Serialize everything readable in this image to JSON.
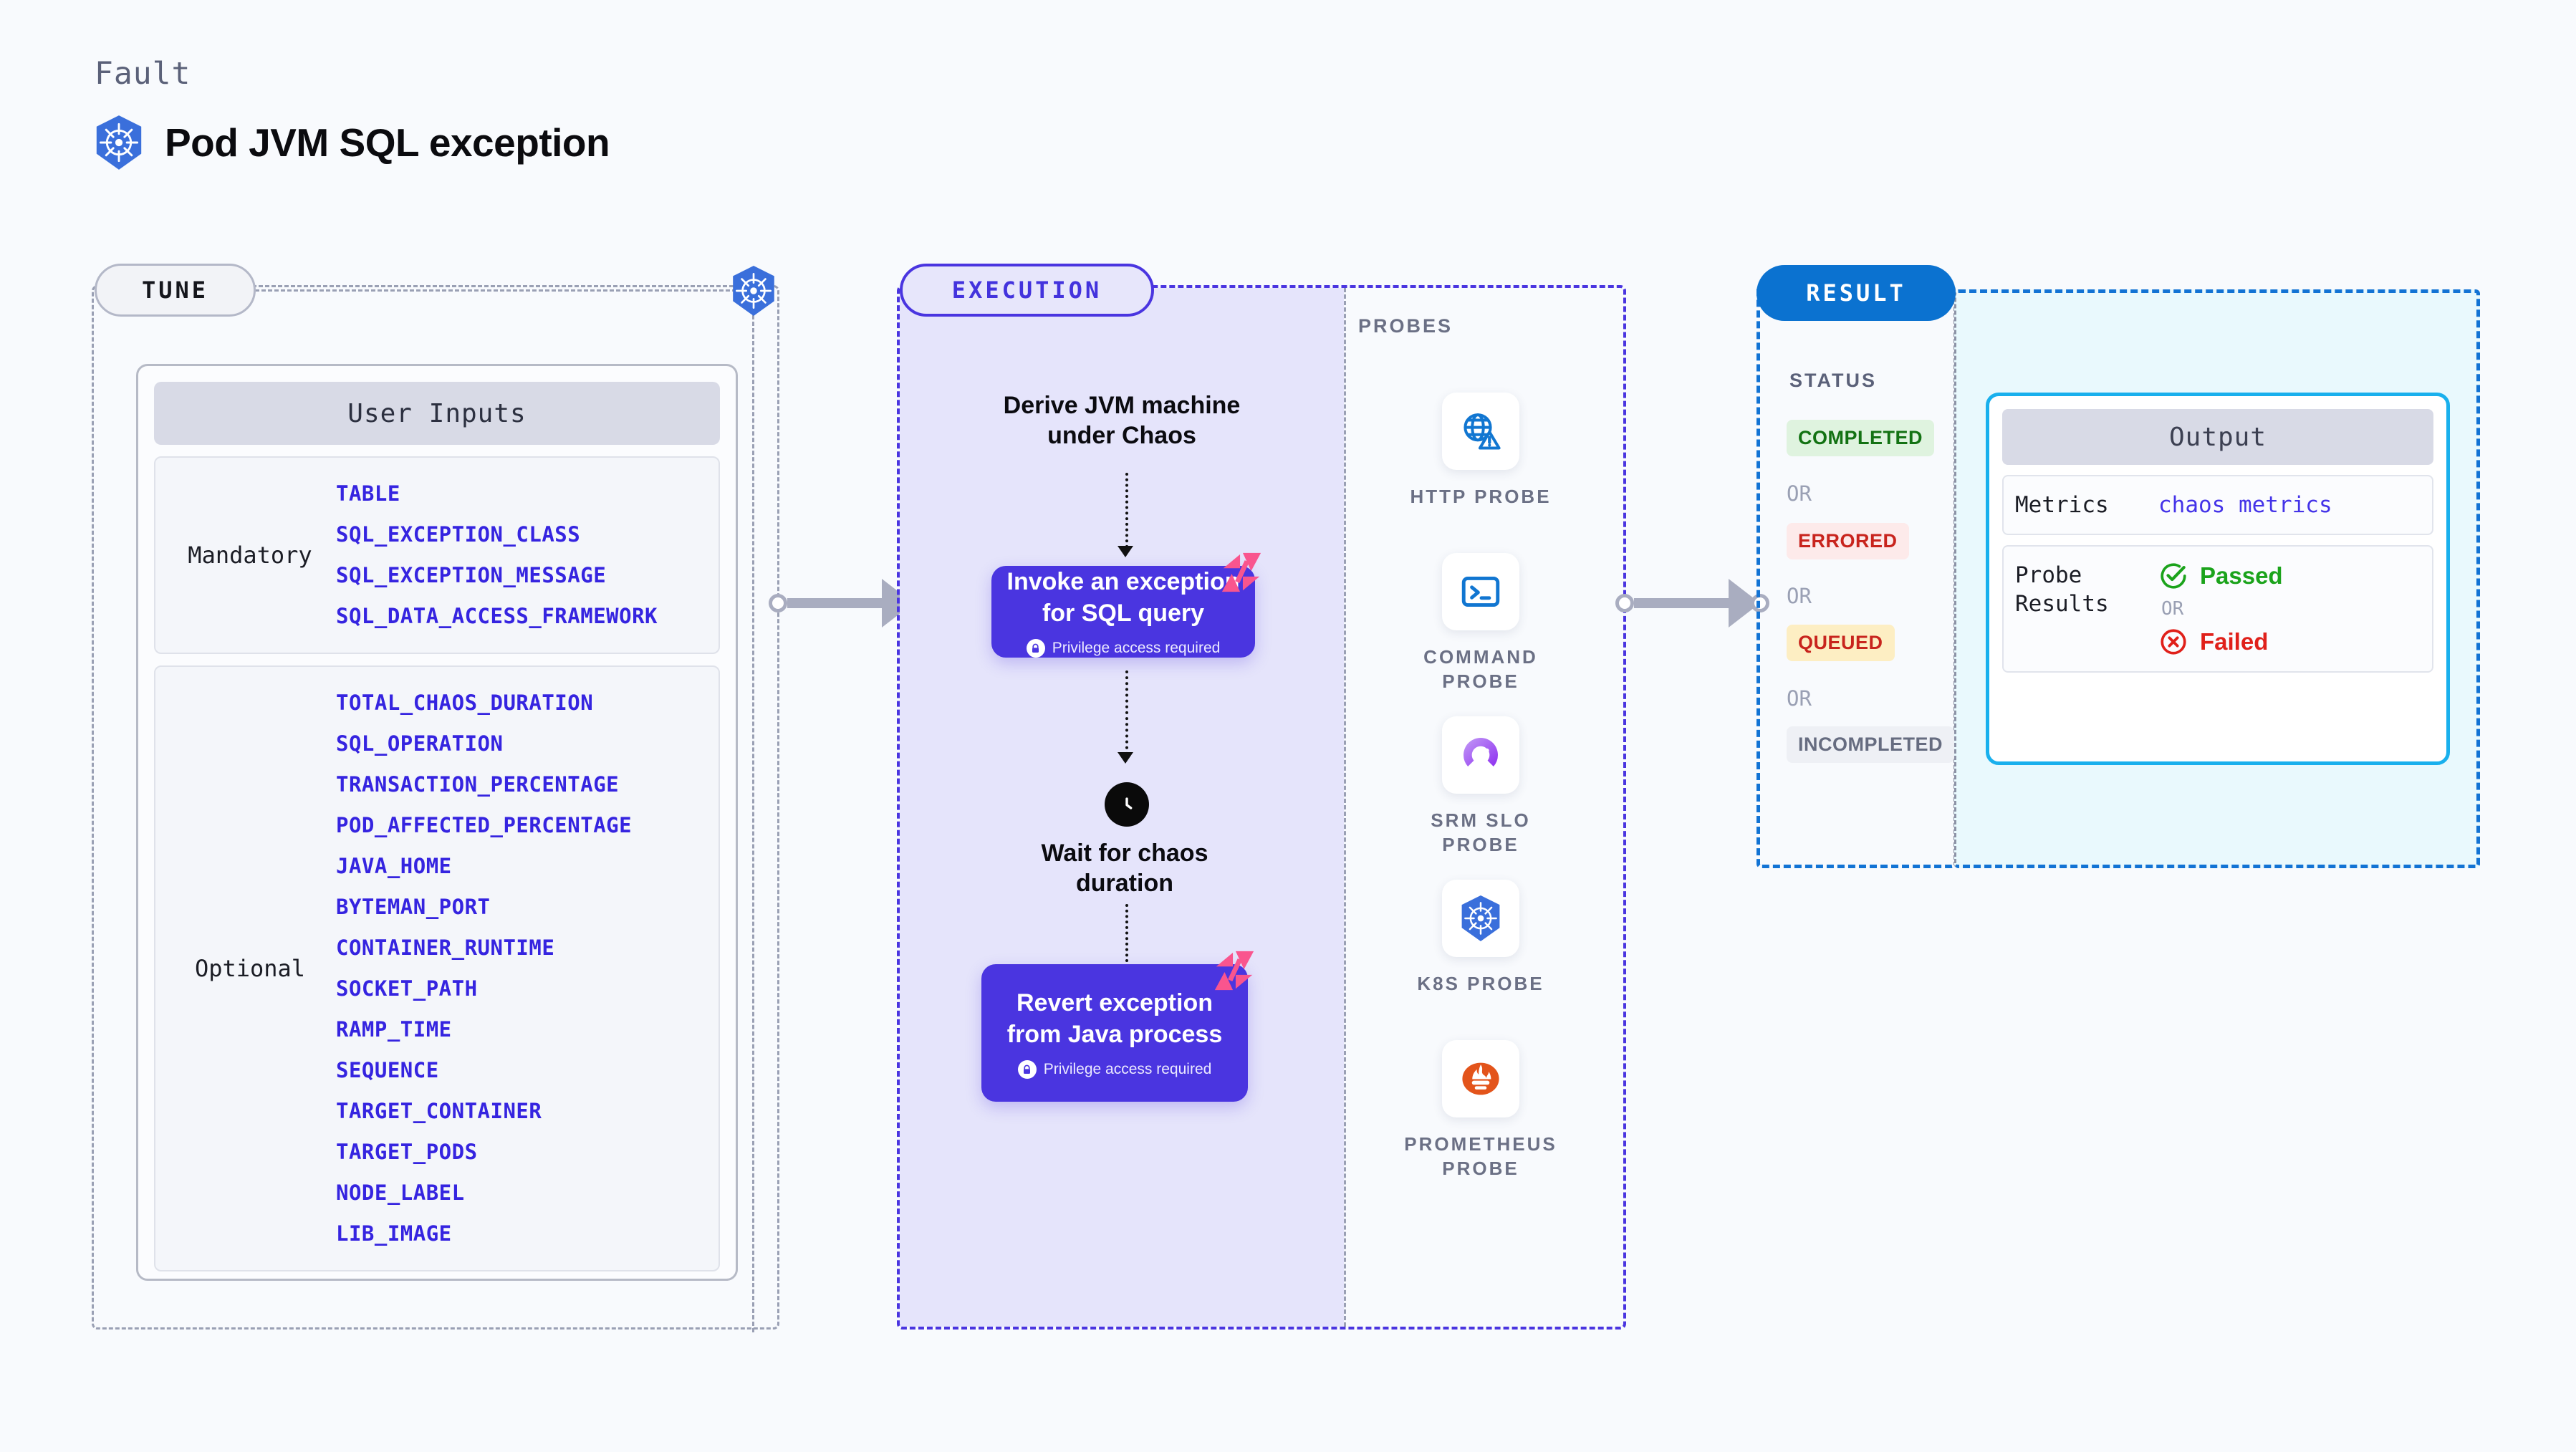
{
  "header": {
    "eyebrow": "Fault",
    "title": "Pod JVM SQL exception",
    "icon": "kubernetes-icon"
  },
  "tune": {
    "badge": "TUNE",
    "icon": "kubernetes-icon",
    "card_title": "User Inputs",
    "groups": [
      {
        "label": "Mandatory",
        "params": [
          "TABLE",
          "SQL_EXCEPTION_CLASS",
          "SQL_EXCEPTION_MESSAGE",
          "SQL_DATA_ACCESS_FRAMEWORK"
        ]
      },
      {
        "label": "Optional",
        "params": [
          "TOTAL_CHAOS_DURATION",
          "SQL_OPERATION",
          "TRANSACTION_PERCENTAGE",
          "POD_AFFECTED_PERCENTAGE",
          "JAVA_HOME",
          "BYTEMAN_PORT",
          "CONTAINER_RUNTIME",
          "SOCKET_PATH",
          "RAMP_TIME",
          "SEQUENCE",
          "TARGET_CONTAINER",
          "TARGET_PODS",
          "NODE_LABEL",
          "LIB_IMAGE"
        ]
      }
    ]
  },
  "execution": {
    "badge": "EXECUTION",
    "step_derive": "Derive JVM machine\nunder Chaos",
    "box_invoke": {
      "title": "Invoke an exception\nfor SQL query",
      "note": "Privilege access required",
      "note_icon": "lock-icon",
      "corner_icon": "harness-logo-icon"
    },
    "wait": {
      "icon": "clock-icon",
      "text": "Wait for chaos\nduration"
    },
    "box_revert": {
      "title": "Revert exception\nfrom Java process",
      "note": "Privilege access required",
      "note_icon": "lock-icon",
      "corner_icon": "harness-logo-icon"
    }
  },
  "probes": {
    "title": "PROBES",
    "items": [
      {
        "label": "HTTP PROBE",
        "icon": "globe-warning-icon"
      },
      {
        "label": "COMMAND PROBE",
        "icon": "terminal-icon"
      },
      {
        "label": "SRM SLO PROBE",
        "icon": "srm-slo-icon"
      },
      {
        "label": "K8S PROBE",
        "icon": "kubernetes-icon"
      },
      {
        "label": "PROMETHEUS PROBE",
        "icon": "prometheus-icon"
      }
    ]
  },
  "result": {
    "badge": "RESULT",
    "status_title": "STATUS",
    "or": "OR",
    "statuses": [
      {
        "label": "COMPLETED",
        "bg": "#dff3df",
        "fg": "#137213"
      },
      {
        "label": "ERRORED",
        "bg": "#fdeaea",
        "fg": "#c8241d"
      },
      {
        "label": "QUEUED",
        "bg": "#fdeec3",
        "fg": "#c8241d"
      },
      {
        "label": "INCOMPLETED",
        "bg": "#eef0f5",
        "fg": "#666c80"
      }
    ]
  },
  "output": {
    "title": "Output",
    "rows": [
      {
        "key": "Metrics",
        "value": "chaos metrics"
      },
      {
        "key": "Probe\nResults",
        "passed": "Passed",
        "or": "OR",
        "failed": "Failed",
        "passed_icon": "check-circle-icon",
        "failed_icon": "x-circle-icon"
      }
    ]
  },
  "colors": {
    "page_bg": "#f8fafd",
    "k8s_blue": "#3a6fdb",
    "execution_purple": "#4a35e0",
    "execution_fill": "#e5e4fb",
    "result_blue": "#0b72d0",
    "output_cyan": "#19b0ed",
    "output_fill": "#e9f9fd",
    "param_blue": "#3524e0",
    "harness_pink": "#f9558e",
    "passed_green": "#1ba31b",
    "failed_red": "#e0201a",
    "connector_gray": "#a9adc0"
  }
}
